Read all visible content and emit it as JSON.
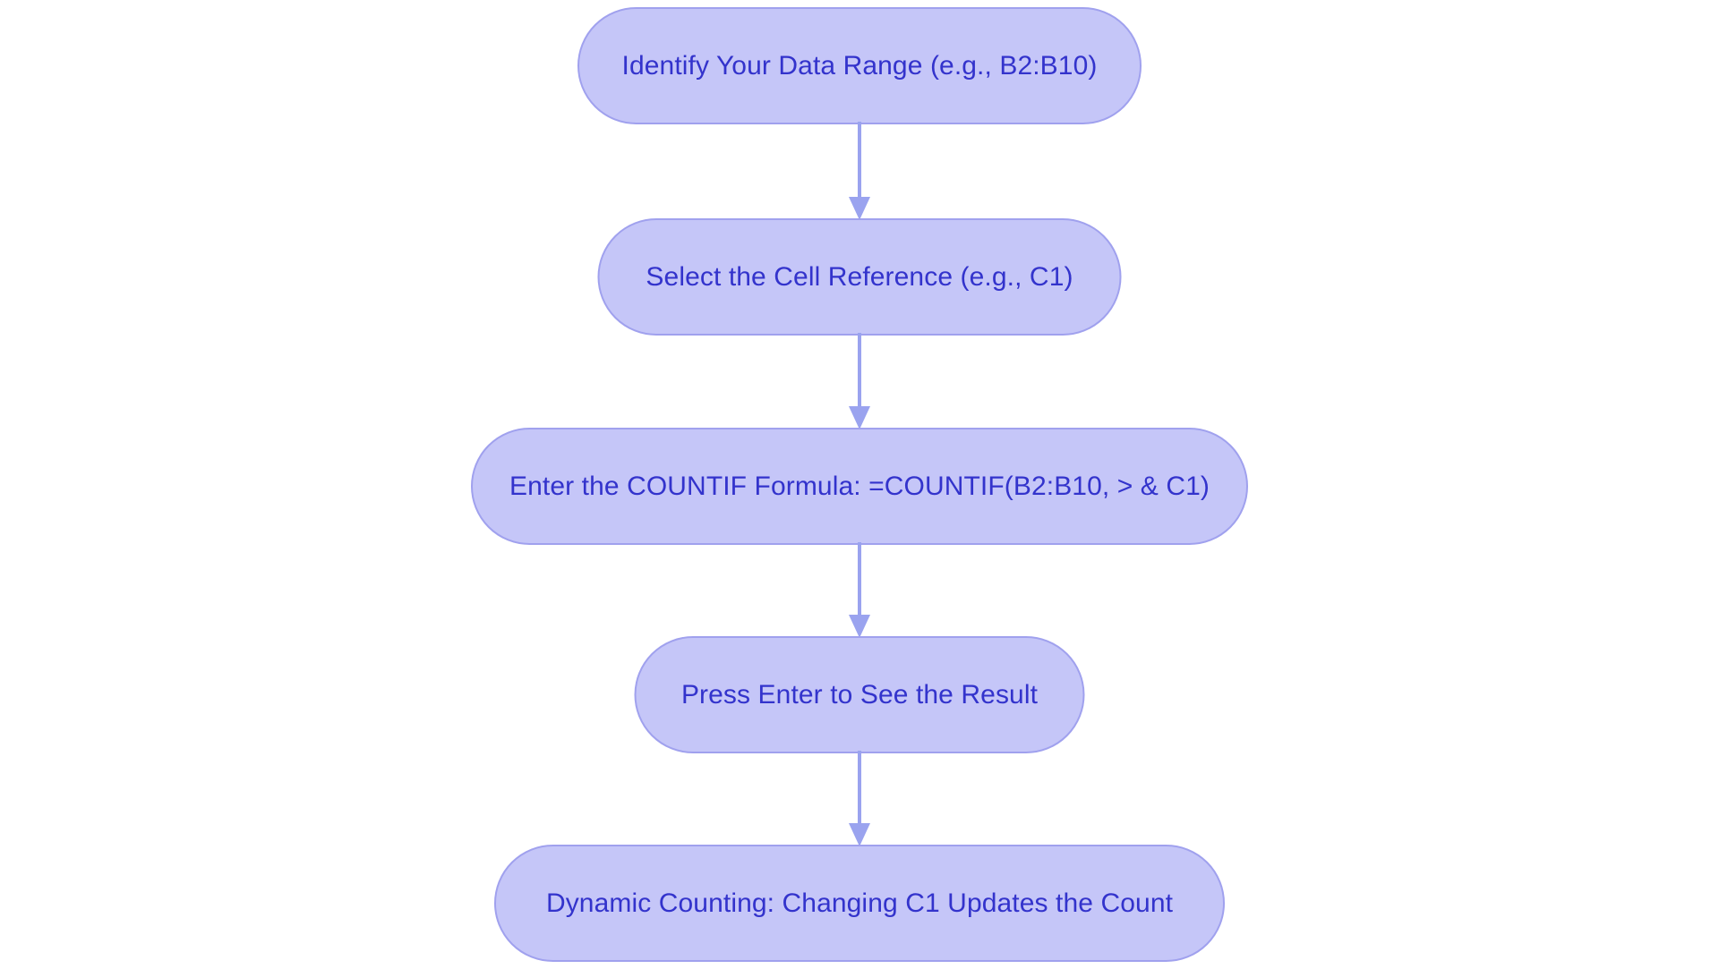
{
  "diagram": {
    "type": "flowchart",
    "orientation": "top-to-bottom",
    "background_color": "#ffffff",
    "node_fill_color": "#c5c6f8",
    "node_border_color": "#a0a1ee",
    "node_text_color": "#3333cc",
    "arrow_color": "#9aa3ef",
    "node_shape": "stadium",
    "nodes": [
      {
        "id": "n1",
        "label": "Identify Your Data Range (e.g., B2:B10)"
      },
      {
        "id": "n2",
        "label": "Select the Cell Reference (e.g., C1)"
      },
      {
        "id": "n3",
        "label": "Enter the COUNTIF Formula: =COUNTIF(B2:B10, > & C1)"
      },
      {
        "id": "n4",
        "label": "Press Enter to See the Result"
      },
      {
        "id": "n5",
        "label": "Dynamic Counting: Changing C1 Updates the Count"
      }
    ],
    "edges": [
      {
        "id": "e1",
        "from": "n1",
        "to": "n2",
        "label": ""
      },
      {
        "id": "e2",
        "from": "n2",
        "to": "n3",
        "label": ""
      },
      {
        "id": "e3",
        "from": "n3",
        "to": "n4",
        "label": ""
      },
      {
        "id": "e4",
        "from": "n4",
        "to": "n5",
        "label": ""
      }
    ]
  }
}
